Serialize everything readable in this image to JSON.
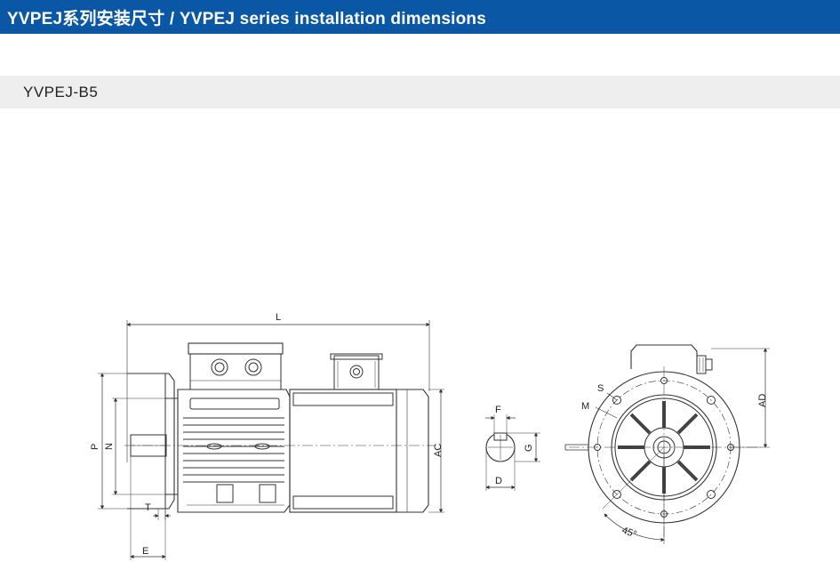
{
  "header": {
    "title": "YVPEJ系列安装尺寸 / YVPEJ series installation dimensions"
  },
  "section": {
    "model_label": "YVPEJ-B5"
  },
  "dimension_labels": {
    "L": "L",
    "P": "P",
    "N": "N",
    "T": "T",
    "E": "E",
    "AC": "AC",
    "F": "F",
    "G": "G",
    "D": "D",
    "S": "S",
    "M": "M",
    "AD": "AD",
    "angle": "45°"
  },
  "colors": {
    "header_bg": "#0a57a6",
    "subbar_bg": "#eeeeee",
    "line": "#333333"
  }
}
